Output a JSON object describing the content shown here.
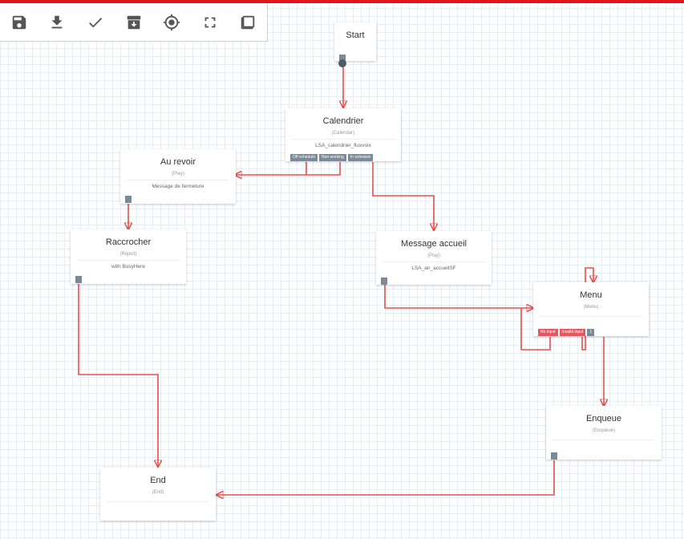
{
  "toolbar": {
    "buttons": [
      {
        "name": "save-icon",
        "title": "Save"
      },
      {
        "name": "download-icon",
        "title": "Download"
      },
      {
        "name": "check-icon",
        "title": "Validate"
      },
      {
        "name": "archive-icon",
        "title": "Archive"
      },
      {
        "name": "target-icon",
        "title": "Center"
      },
      {
        "name": "fullscreen-icon",
        "title": "Fullscreen"
      },
      {
        "name": "copy-icon",
        "title": "Copy"
      }
    ]
  },
  "colors": {
    "accent": "#e0161b",
    "wire": "#e5504d",
    "port": "#7b8a95",
    "error_output": "#e85662"
  },
  "nodes": {
    "start": {
      "title": "Start"
    },
    "calendrier": {
      "title": "Calendrier",
      "type": "(Calendar)",
      "param": "LSA_calendrier_fluxvoix",
      "outputs": [
        "Off schedule",
        "Non working",
        "In schedule"
      ]
    },
    "au_revoir": {
      "title": "Au revoir",
      "type": "(Play)",
      "param": "Message de fermeture"
    },
    "raccrocher": {
      "title": "Raccrocher",
      "type": "(Reject)",
      "param": "with BusyHere"
    },
    "message_accueil": {
      "title": "Message accueil",
      "type": "(Play)",
      "param": "LSA_an_accueilSF"
    },
    "menu": {
      "title": "Menu",
      "type": "(Menu)",
      "outputs": [
        "No input",
        "Invalid input",
        "1"
      ]
    },
    "enqueue": {
      "title": "Enqueue",
      "type": "(Enqueue)"
    },
    "end": {
      "title": "End",
      "type": "(End)"
    }
  }
}
